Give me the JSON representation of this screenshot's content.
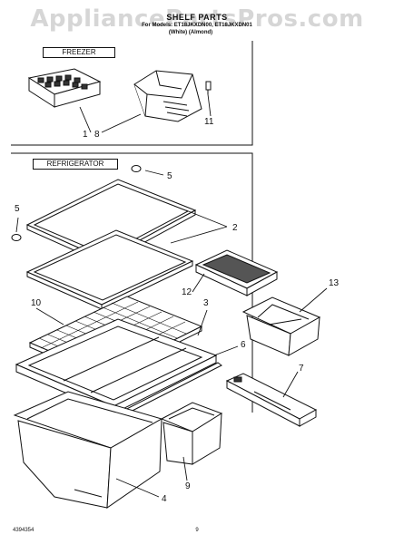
{
  "watermark": "AppliancePartsPros.com",
  "header": {
    "title": "SHELF PARTS",
    "models": "For Models: ET18JKXDN00, ET18JKXDN01",
    "colors": "(White)    (Almond)"
  },
  "sections": {
    "freezer": "FREEZER",
    "refrigerator": "REFRIGERATOR"
  },
  "callouts": [
    "1",
    "8",
    "11",
    "5",
    "5",
    "2",
    "12",
    "13",
    "10",
    "3",
    "6",
    "7",
    "9",
    "4"
  ],
  "footer": {
    "doc_id": "4394354",
    "page": "9"
  }
}
